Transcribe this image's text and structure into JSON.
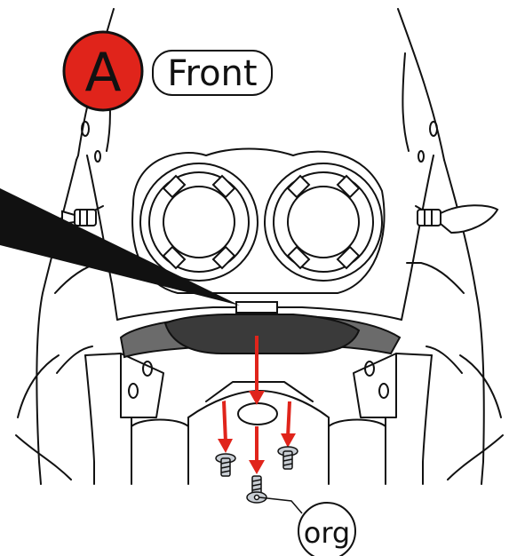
{
  "callouts": {
    "step_letter": "A",
    "view_label": "Front",
    "screw_label": "org"
  },
  "colors": {
    "badge_fill": "#e0241b",
    "arrow_red": "#e0241b",
    "line": "#111111",
    "dark_part": "#3a3a3a",
    "mid_part": "#6b6b6b",
    "screw_gray": "#c9ced4"
  },
  "icons": {
    "arrows": "red-down-arrow",
    "screws": "torx-screw"
  }
}
